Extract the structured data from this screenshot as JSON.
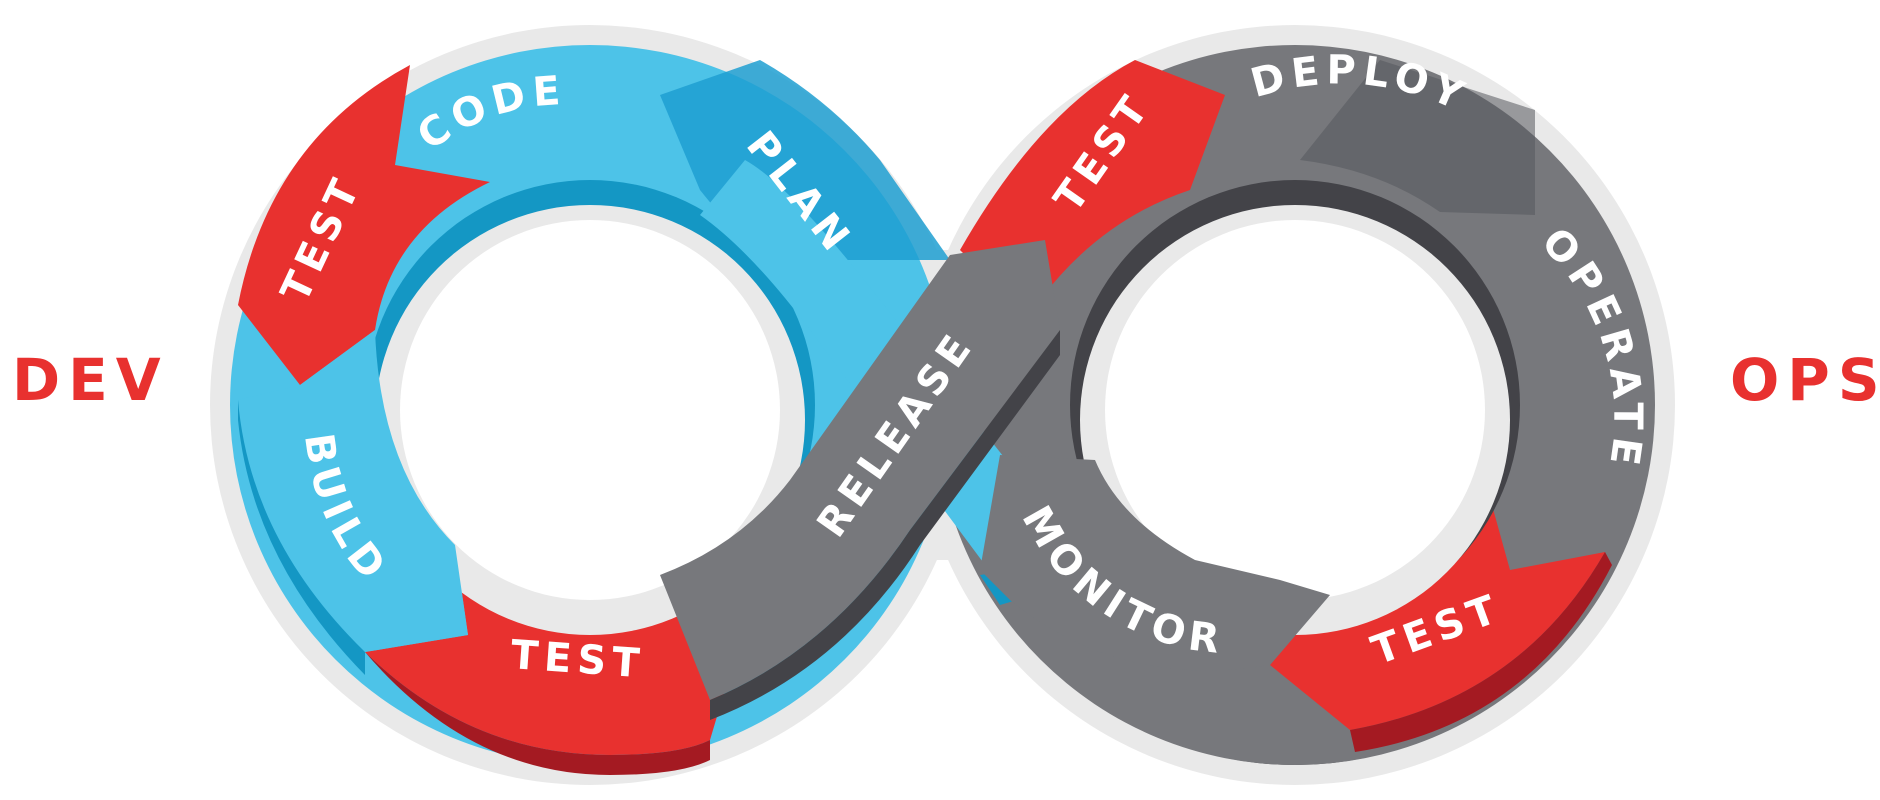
{
  "diagram": {
    "left_label": "DEV",
    "right_label": "OPS",
    "stages": {
      "code": "CODE",
      "plan": "PLAN",
      "test_dev_top": "TEST",
      "build": "BUILD",
      "test_dev_bottom": "TEST",
      "release": "RELEASE",
      "test_ops_top": "TEST",
      "deploy": "DEPLOY",
      "operate": "OPERATE",
      "monitor": "MONITOR",
      "test_ops_bottom": "TEST"
    },
    "colors": {
      "red": "#e8312f",
      "red_dark": "#a41a22",
      "blue": "#4dc3e8",
      "blue_dark": "#1497c4",
      "gray": "#77787c",
      "gray_dark": "#434348",
      "halo": "#e9e9e9",
      "label_red": "#e8312f"
    }
  }
}
